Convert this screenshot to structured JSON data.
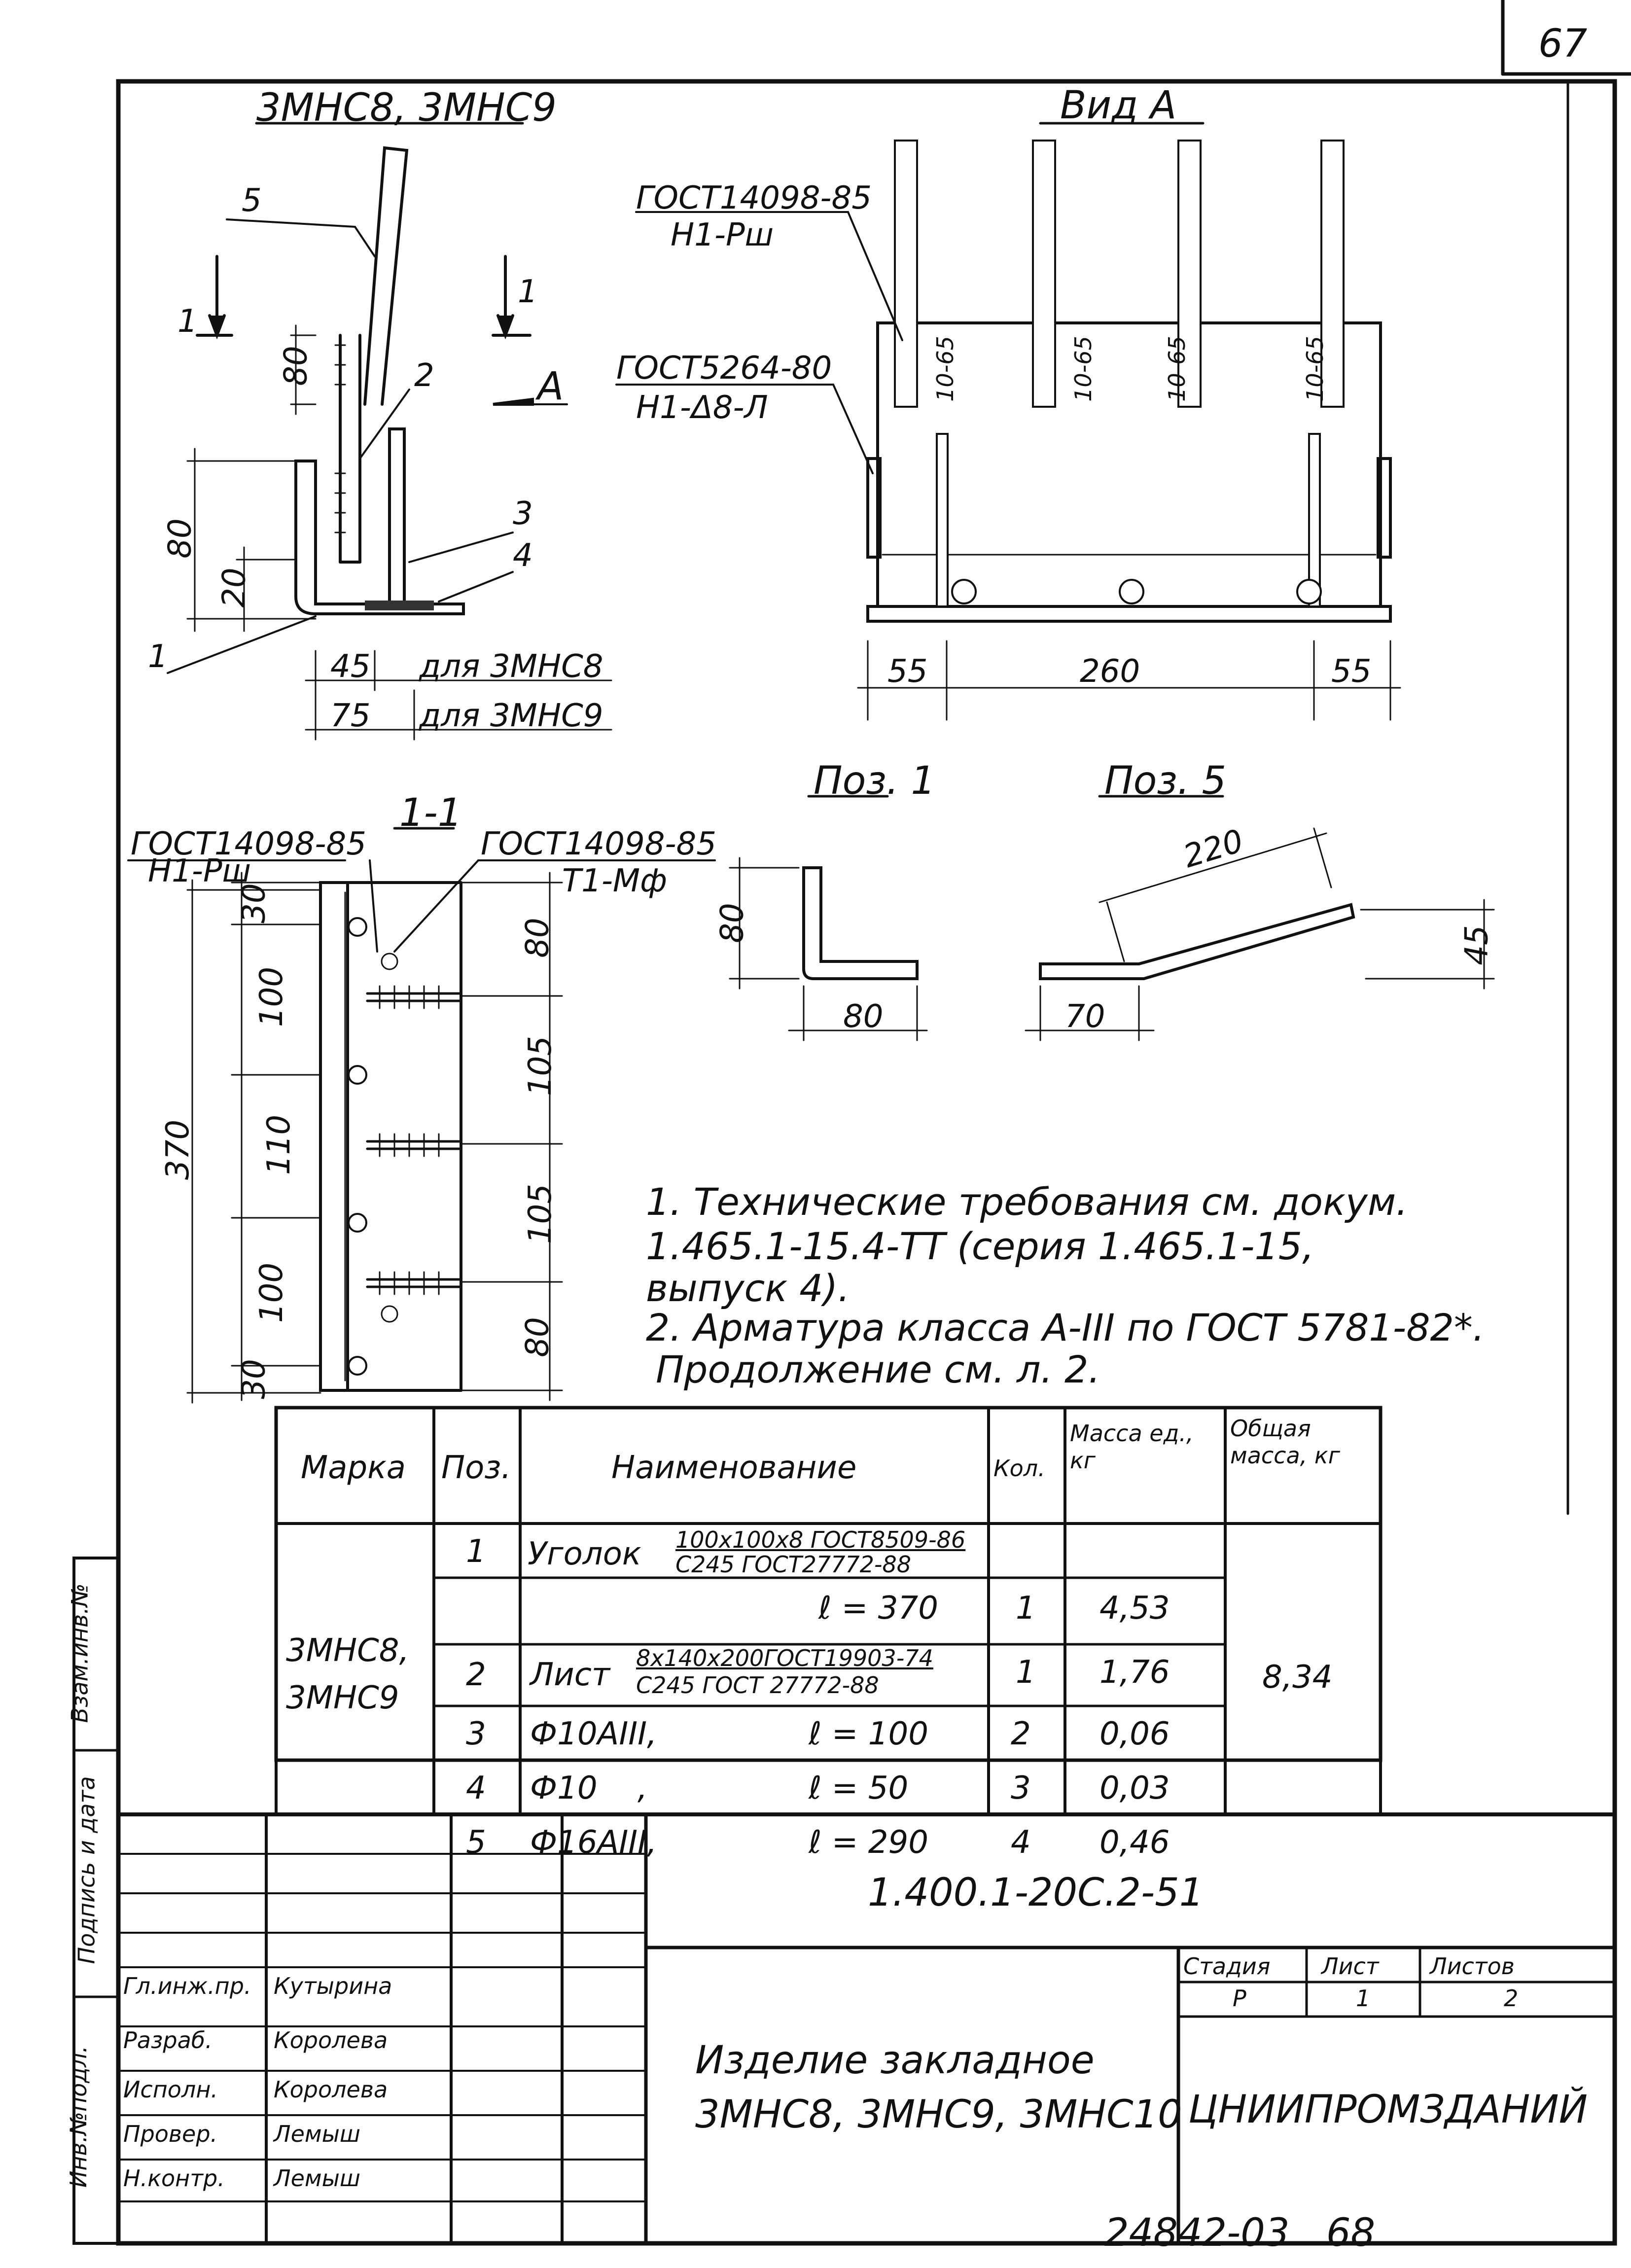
{
  "page_number": "67",
  "bottom_code": "24842-03   68",
  "views": {
    "section_title": "3МНС8, 3МНС9",
    "view_a_title": "Вид А",
    "view_a_marker": "А",
    "cut_1_1": "1-1",
    "pos1_title": "Поз. 1",
    "pos5_title": "Поз. 5"
  },
  "callouts": {
    "c1": "1",
    "c2": "2",
    "c3": "3",
    "c4": "4",
    "c5": "5",
    "cut_left": "1",
    "cut_right": "1"
  },
  "gost": {
    "g1_top": "ГОСТ14098-85",
    "g1_bot": "Н1-Рш",
    "g2_top": "ГОСТ5264-80",
    "g2_bot": "Н1-Δ8-Л",
    "g3_top": "ГОСТ14098-85",
    "g3_bot": "Н1-Рш",
    "g4_top": "ГОСТ14098-85",
    "g4_bot": "Т1-Мф"
  },
  "dims": {
    "d80a": "80",
    "d80b": "80",
    "d20": "20",
    "d45": "45",
    "d45_for": "для 3МНС8",
    "d75": "75",
    "d75_for": "для 3МНС9",
    "d55a": "55",
    "d260": "260",
    "d55b": "55",
    "d1065": "10-65",
    "s370": "370",
    "s30a": "30",
    "s100a": "100",
    "s110": "110",
    "s100b": "100",
    "s30b": "30",
    "r80a": "80",
    "r105a": "105",
    "r105b": "105",
    "r80b": "80",
    "p1_h": "80",
    "p1_w": "80",
    "p5_len": "220",
    "p5_h": "45",
    "p5_w": "70"
  },
  "notes": [
    "1. Технические требования см. докум.",
    "1.465.1-15.4-ТТ (серия 1.465.1-15,",
    "выпуск 4).",
    "2. Арматура класса А-III по ГОСТ 5781-82*.",
    "Продолжение см. л. 2."
  ],
  "table": {
    "headers": {
      "mark": "Марка",
      "pos": "Поз.",
      "name": "Наименование",
      "qty": "Кол.",
      "mass_unit": "Масса ед., кг",
      "total": "Общая масса, кг"
    },
    "mark_value": "3МНС8, 3МНС9",
    "total_value": "8,34",
    "rows": [
      {
        "pos": "1",
        "name": "Уголок",
        "spec_top": "100х100х8 ГОСТ8509-86",
        "spec_bot": "С245 ГОСТ27772-88",
        "length": "",
        "qty": "",
        "mass": ""
      },
      {
        "pos": "",
        "name": "",
        "spec_top": "",
        "spec_bot": "",
        "length": "ℓ = 370",
        "qty": "1",
        "mass": "4,53"
      },
      {
        "pos": "2",
        "name": "Лист",
        "spec_top": "8х140х200ГОСТ19903-74",
        "spec_bot": "С245 ГОСТ 27772-88",
        "length": "",
        "qty": "1",
        "mass": "1,76"
      },
      {
        "pos": "3",
        "name": "Ф10АIII,",
        "spec_top": "",
        "spec_bot": "",
        "length": "ℓ = 100",
        "qty": "2",
        "mass": "0,06"
      },
      {
        "pos": "4",
        "name": "Ф10    ,",
        "spec_top": "",
        "spec_bot": "",
        "length": "ℓ = 50",
        "qty": "3",
        "mass": "0,03"
      },
      {
        "pos": "5",
        "name": "Ф16АIII,",
        "spec_top": "",
        "spec_bot": "",
        "length": "ℓ = 290",
        "qty": "4",
        "mass": "0,46"
      }
    ]
  },
  "title_block": {
    "doc_code": "1.400.1-20С.2-51",
    "title_line1": "Изделие закладное",
    "title_line2": "3МНС8, 3МНС9, 3МНС10",
    "stage_label": "Стадия",
    "sheet_label": "Лист",
    "sheets_label": "Листов",
    "stage": "Р",
    "sheet": "1",
    "sheets": "2",
    "org": "ЦНИИПРОМЗДАНИЙ",
    "people": [
      {
        "role": "Гл.инж.пр.",
        "name": "Кутырина"
      },
      {
        "role": "Разраб.",
        "name": "Королева"
      },
      {
        "role": "Исполн.",
        "name": "Королева"
      },
      {
        "role": "Провер.",
        "name": "Лемыш"
      },
      {
        "role": "Н.контр.",
        "name": "Лемыш"
      }
    ],
    "side_labels": [
      "Инв.№подл.",
      "Подпись и дата",
      "Взам.инв.№"
    ]
  }
}
